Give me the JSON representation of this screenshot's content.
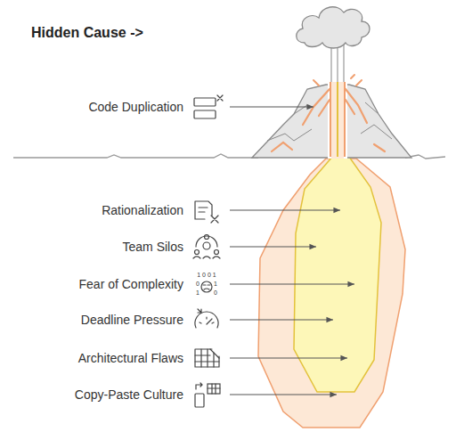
{
  "diagram": {
    "title": "Hidden Cause ->",
    "labels": [
      "Code Duplication",
      "Rationalization",
      "Team Silos",
      "Fear of Complexity",
      "1 0 0 1",
      "0",
      "1",
      "1",
      "0",
      "Deadline Pressure",
      "Architectural Flaws",
      "Copy-Paste Culture"
    ]
  }
}
